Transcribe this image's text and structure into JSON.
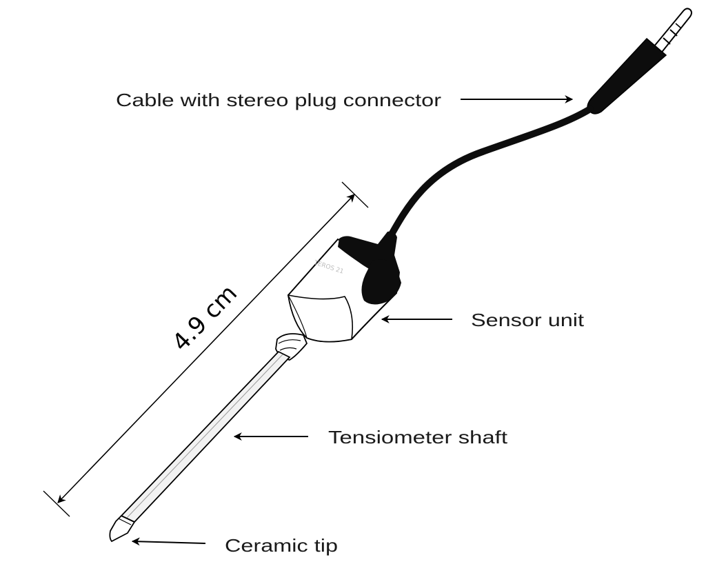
{
  "labels": {
    "cable": "Cable with stereo plug connector",
    "sensor": "Sensor unit",
    "shaft": "Tensiometer shaft",
    "tip": "Ceramic tip"
  },
  "dimension": {
    "text": "4.9 cm"
  },
  "device_marking": "TEROS 21",
  "colors": {
    "ink": "#000000",
    "label": "#1a1a1a",
    "cable": "#0d0d0d",
    "body_fill": "#ffffff",
    "shaft_fill": "#f2f2f2"
  }
}
